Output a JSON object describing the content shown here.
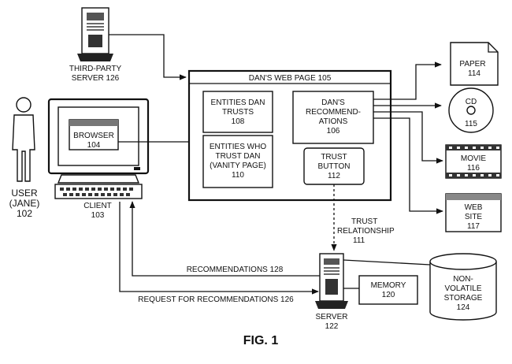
{
  "figure_label": "FIG. 1",
  "third_party_server": {
    "line1": "THIRD-PARTY",
    "line2": "SERVER  126"
  },
  "user": {
    "line1": "USER",
    "line2": "(JANE)",
    "line3": "102"
  },
  "client": {
    "line1": "CLIENT",
    "line2": "103"
  },
  "browser": {
    "line1": "BROWSER",
    "line2": "104"
  },
  "web_page": {
    "title": "DAN'S WEB PAGE  105",
    "entities_dan_trusts": {
      "line1": "ENTITIES DAN",
      "line2": "TRUSTS",
      "line3": "108"
    },
    "entities_who_trust_dan": {
      "line1": "ENTITIES WHO",
      "line2": "TRUST DAN",
      "line3": "(VANITY PAGE)",
      "line4": "110"
    },
    "recommendations": {
      "line1": "DAN'S",
      "line2": "RECOMMEND-",
      "line3": "ATIONS",
      "line4": "106"
    },
    "trust_button": {
      "line1": "TRUST",
      "line2": "BUTTON",
      "line3": "112"
    }
  },
  "paper": {
    "line1": "PAPER",
    "line2": "114"
  },
  "cd": {
    "line1": "CD",
    "line2": "115"
  },
  "movie": {
    "line1": "MOVIE",
    "line2": "116"
  },
  "website": {
    "line1": "WEB",
    "line2": "SITE",
    "line3": "117"
  },
  "trust_relationship": {
    "line1": "TRUST",
    "line2": "RELATIONSHIP",
    "line3": "111"
  },
  "recommendations_arrow": "RECOMMENDATIONS  128",
  "request_arrow": "REQUEST FOR RECOMMENDATIONS  126",
  "server": {
    "line1": "SERVER",
    "line2": "122"
  },
  "memory": {
    "line1": "MEMORY",
    "line2": "120"
  },
  "storage": {
    "line1": "NON-",
    "line2": "VOLATILE",
    "line3": "STORAGE",
    "line4": "124"
  }
}
